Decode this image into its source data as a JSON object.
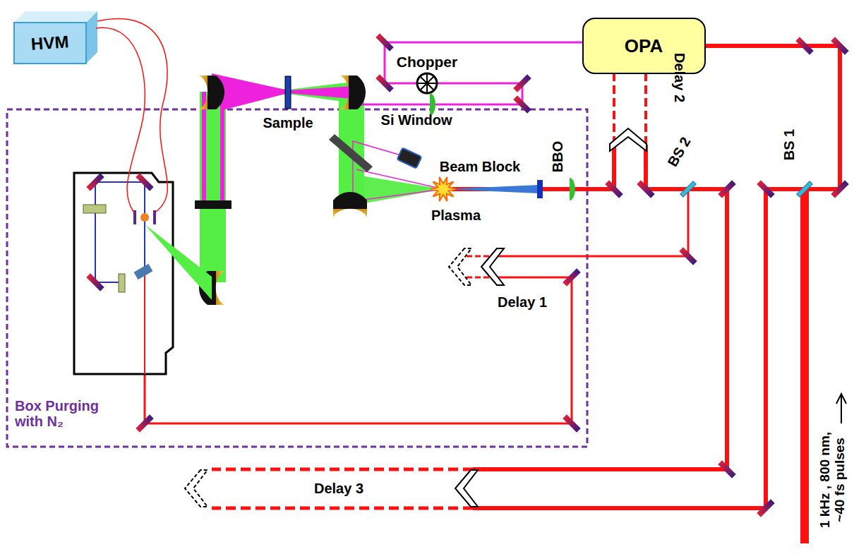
{
  "diagram": {
    "nodes": [
      {
        "text": [
          "HVM"
        ]
      },
      {
        "text": [
          "OPA"
        ]
      }
    ],
    "labels": [
      "Chopper",
      "Sample",
      "Si Window",
      "Delay 2",
      "BS 2",
      "Beam Block",
      "BBO",
      "Plasma",
      "BS 1",
      "Delay 1",
      "Box Purging with N₂",
      "Delay 3",
      "1 kHz , 800 nm, ~40 fs pulses"
    ]
  }
}
